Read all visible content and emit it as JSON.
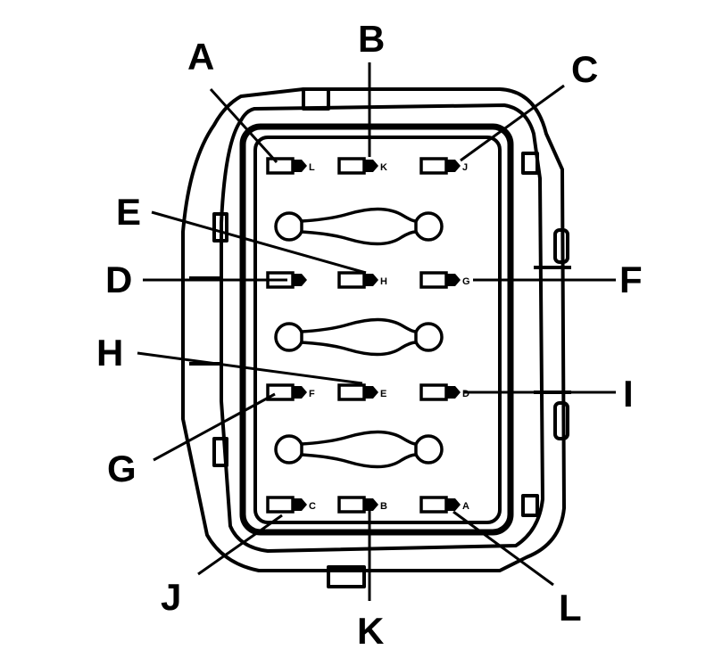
{
  "diagram": {
    "callouts": [
      {
        "id": "A",
        "label": "A"
      },
      {
        "id": "B",
        "label": "B"
      },
      {
        "id": "C",
        "label": "C"
      },
      {
        "id": "D",
        "label": "D"
      },
      {
        "id": "E",
        "label": "E"
      },
      {
        "id": "F",
        "label": "F"
      },
      {
        "id": "G",
        "label": "G"
      },
      {
        "id": "H",
        "label": "H"
      },
      {
        "id": "I",
        "label": "I"
      },
      {
        "id": "J",
        "label": "J"
      },
      {
        "id": "K",
        "label": "K"
      },
      {
        "id": "L",
        "label": "L"
      }
    ],
    "pins": [
      {
        "id": "row1-left",
        "letter": "L"
      },
      {
        "id": "row1-middle",
        "letter": "K"
      },
      {
        "id": "row1-right",
        "letter": "J"
      },
      {
        "id": "row2-left",
        "letter": ""
      },
      {
        "id": "row2-middle",
        "letter": "H"
      },
      {
        "id": "row2-right",
        "letter": "G"
      },
      {
        "id": "row3-left",
        "letter": "F"
      },
      {
        "id": "row3-middle",
        "letter": "E"
      },
      {
        "id": "row3-right",
        "letter": "D"
      },
      {
        "id": "row4-left",
        "letter": "C"
      },
      {
        "id": "row4-middle",
        "letter": "B"
      },
      {
        "id": "row4-right",
        "letter": "A"
      }
    ]
  }
}
